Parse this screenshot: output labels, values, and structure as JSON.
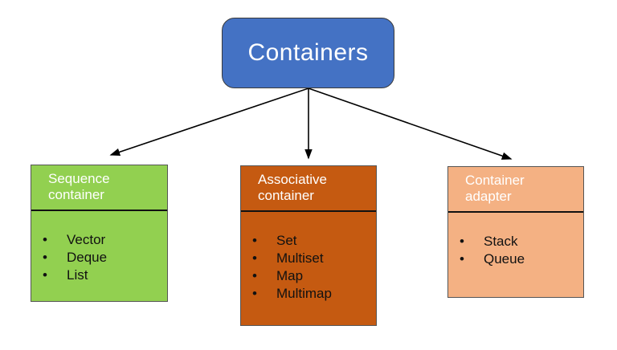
{
  "root": {
    "label": "Containers",
    "color": "#4472c4"
  },
  "categories": [
    {
      "title_line1": "Sequence",
      "title_line2": "container",
      "color": "#92d050",
      "items": [
        "Vector",
        "Deque",
        "List"
      ]
    },
    {
      "title_line1": "Associative",
      "title_line2": "container",
      "color": "#c55a11",
      "items": [
        "Set",
        "Multiset",
        "Map",
        "Multimap"
      ]
    },
    {
      "title_line1": "Container",
      "title_line2": "adapter",
      "color": "#f4b183",
      "items": [
        "Stack",
        "Queue"
      ]
    }
  ],
  "bullet": "•"
}
